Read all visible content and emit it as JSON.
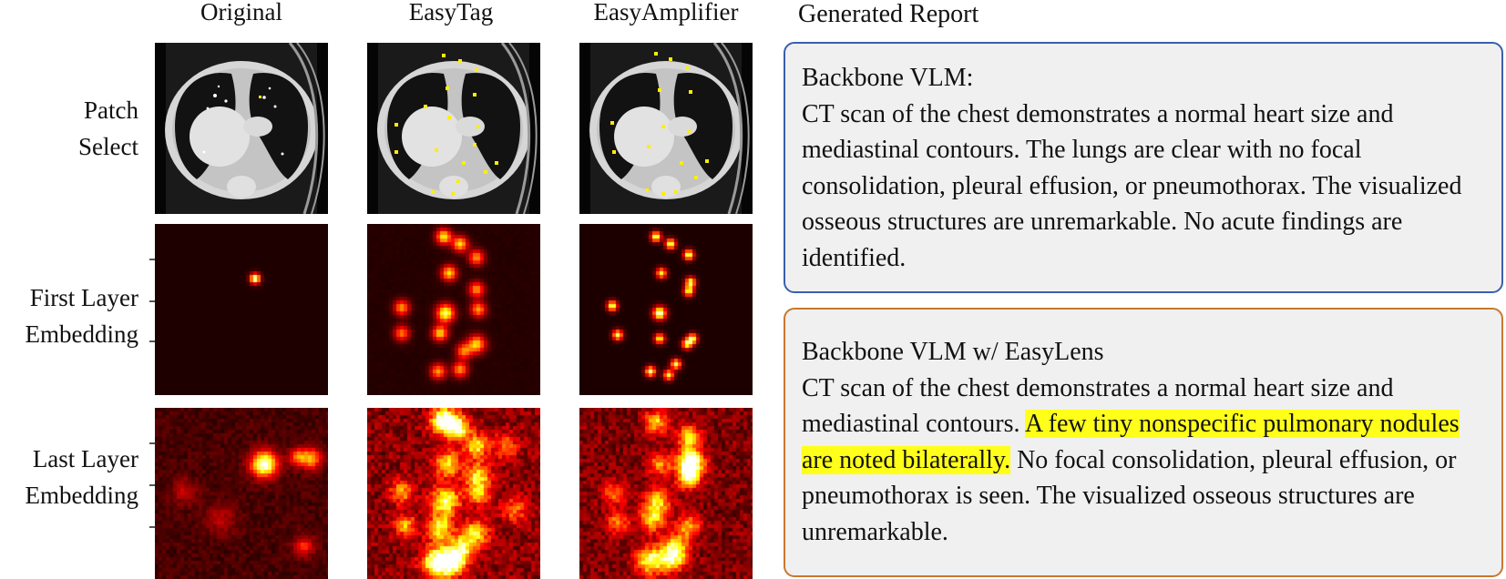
{
  "columns": [
    "Original",
    "EasyTag",
    "EasyAmplifier"
  ],
  "rows": [
    {
      "label_lines": [
        "Patch",
        "Select"
      ]
    },
    {
      "label_lines": [
        "First Layer",
        "Embedding"
      ]
    },
    {
      "label_lines": [
        "Last Layer",
        "Embedding"
      ]
    }
  ],
  "report": {
    "title": "Generated Report",
    "baseline": {
      "heading": "Backbone VLM:",
      "text": "CT scan of the chest demonstrates a normal heart size and mediastinal contours. The lungs are clear with no focal consolidation, pleural effusion, or pneumothorax. The visualized osseous structures are unremarkable. No acute findings are identified."
    },
    "easylens": {
      "heading": "Backbone VLM w/ EasyLens",
      "text_before": "CT scan of the chest demonstrates a normal heart size and mediastinal contours. ",
      "text_highlight": "A few tiny nonspecific pulmonary nodules are noted bilaterally.",
      "text_after": " No focal consolidation, pleural effusion, or pneumothorax is seen. The visualized osseous structures are unremarkable."
    }
  },
  "colors": {
    "baseline_border": "#3a5fad",
    "easylens_border": "#c9772f",
    "highlight": "#ffff1a",
    "patch_marker": "#ffee00"
  }
}
